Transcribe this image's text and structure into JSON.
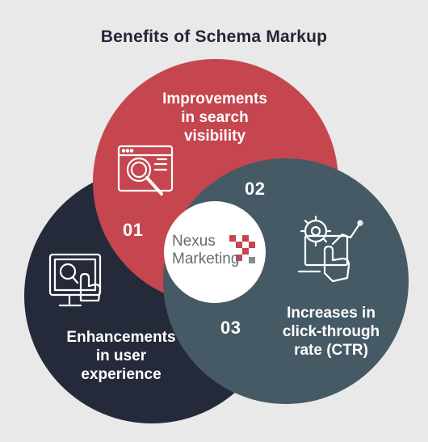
{
  "title": "Benefits of Schema Markup",
  "benefits": [
    {
      "number": "01",
      "lines": [
        "Improvements",
        "in search",
        "visibility"
      ],
      "icon": "browser-search-icon",
      "color": "#c5464f"
    },
    {
      "number": "02",
      "lines": [
        "Increases in",
        "click-through",
        "rate (CTR)"
      ],
      "icon": "click-analytics-icon",
      "color": "#455a64"
    },
    {
      "number": "03",
      "lines": [
        "Enhancements",
        "in user",
        "experience"
      ],
      "icon": "monitor-touch-icon",
      "color": "#252a3b"
    }
  ],
  "logo": {
    "line1": "Nexus",
    "line2": "Marketing",
    "color": "#c5464f"
  },
  "colors": {
    "background": "#e9e9e9",
    "title": "#232638",
    "center": "#ffffff"
  }
}
